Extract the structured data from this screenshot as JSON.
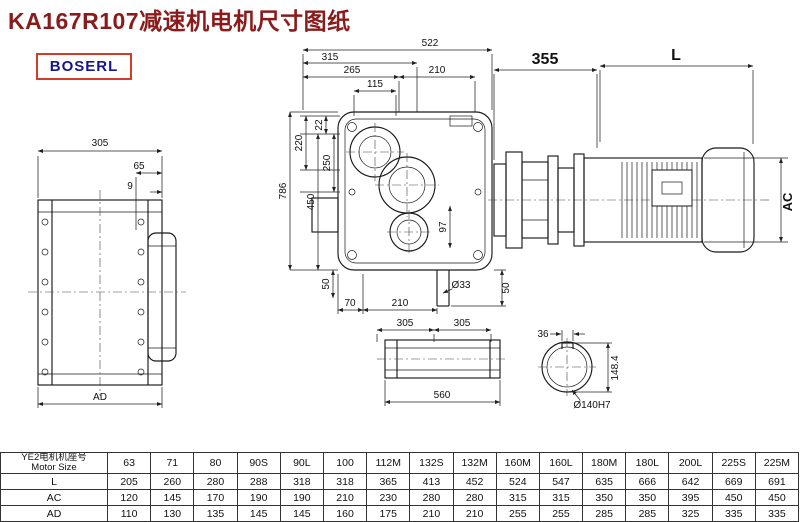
{
  "title": "KA167R107减速机电机尺寸图纸",
  "logo": "BOSERL",
  "colors": {
    "title_text": "#8b1a1a",
    "logo_border": "#d43c2a",
    "logo_text": "#16168c",
    "drawing_line": "#1a1a1a"
  },
  "dims": {
    "top_355": "355",
    "top_L": "L",
    "right_AC": "AC",
    "front_522": "522",
    "front_315": "315",
    "front_265": "265",
    "front_210": "210",
    "front_115": "115",
    "front_786": "786",
    "front_450": "450",
    "front_250": "250",
    "front_220": "220",
    "front_22": "22",
    "front_97": "97",
    "front_50_left": "50",
    "front_70": "70",
    "front_210b": "210",
    "front_d33": "Ø33",
    "front_50_right": "50",
    "side_305": "305",
    "side_65": "65",
    "side_9": "9",
    "side_AD": "AD",
    "shaft_305a": "305",
    "shaft_305b": "305",
    "shaft_560": "560",
    "end_36": "36",
    "end_148_4": "148.4",
    "end_d140": "Ø140H7"
  },
  "table": {
    "corner_line1": "YE2电机机座号",
    "corner_line2": "Motor Size",
    "sizes": [
      "63",
      "71",
      "80",
      "90S",
      "90L",
      "100",
      "112M",
      "132S",
      "132M",
      "160M",
      "160L",
      "180M",
      "180L",
      "200L",
      "225S",
      "225M"
    ],
    "rows": [
      {
        "label": "L",
        "values": [
          "205",
          "260",
          "280",
          "288",
          "318",
          "318",
          "365",
          "413",
          "452",
          "524",
          "547",
          "635",
          "666",
          "642",
          "669",
          "691"
        ]
      },
      {
        "label": "AC",
        "values": [
          "120",
          "145",
          "170",
          "190",
          "190",
          "210",
          "230",
          "280",
          "280",
          "315",
          "315",
          "350",
          "350",
          "395",
          "450",
          "450"
        ]
      },
      {
        "label": "AD",
        "values": [
          "110",
          "130",
          "135",
          "145",
          "145",
          "160",
          "175",
          "210",
          "210",
          "255",
          "255",
          "285",
          "285",
          "325",
          "335",
          "335"
        ]
      }
    ]
  }
}
